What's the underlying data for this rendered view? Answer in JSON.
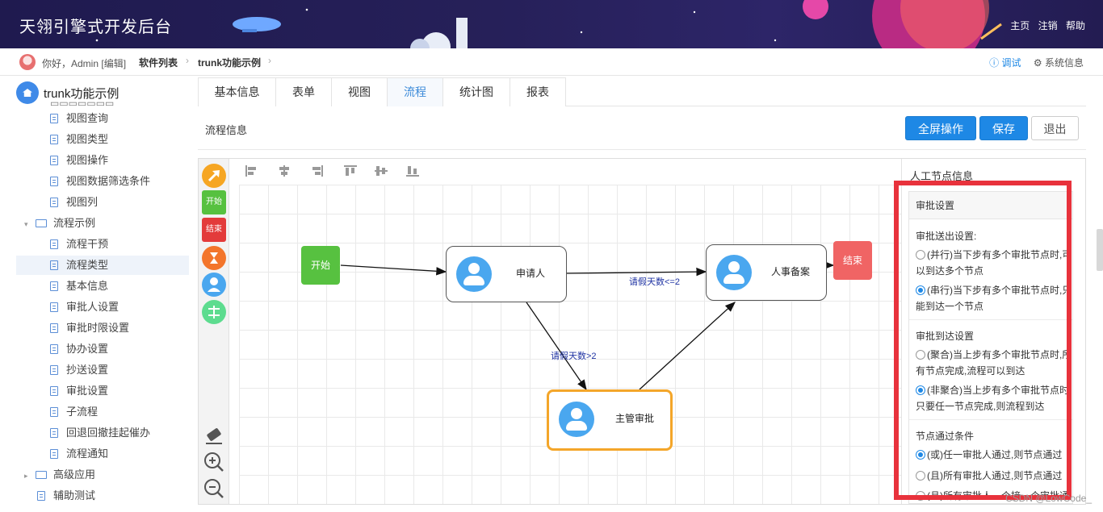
{
  "header": {
    "title": "天翎引擎式开发后台",
    "links": [
      "主页",
      "注销",
      "帮助"
    ]
  },
  "breadcrumb": {
    "greeting": "你好，Admin",
    "edit": "[编辑]",
    "level1": "软件列表",
    "level2": "trunk功能示例",
    "debug": "调试",
    "sysinfo": "系统信息"
  },
  "sidebar": {
    "root": "trunk功能示例",
    "items": [
      {
        "label": "视图查询",
        "type": "doc"
      },
      {
        "label": "视图类型",
        "type": "doc"
      },
      {
        "label": "视图操作",
        "type": "doc"
      },
      {
        "label": "视图数据筛选条件",
        "type": "doc"
      },
      {
        "label": "视图列",
        "type": "doc"
      },
      {
        "label": "流程示例",
        "type": "folder-open"
      },
      {
        "label": "流程干预",
        "type": "doc"
      },
      {
        "label": "流程类型",
        "type": "doc",
        "selected": true
      },
      {
        "label": "基本信息",
        "type": "doc"
      },
      {
        "label": "审批人设置",
        "type": "doc"
      },
      {
        "label": "审批时限设置",
        "type": "doc"
      },
      {
        "label": "协办设置",
        "type": "doc"
      },
      {
        "label": "抄送设置",
        "type": "doc"
      },
      {
        "label": "审批设置",
        "type": "doc"
      },
      {
        "label": "子流程",
        "type": "doc"
      },
      {
        "label": "回退回撤挂起催办",
        "type": "doc"
      },
      {
        "label": "流程通知",
        "type": "doc"
      },
      {
        "label": "高级应用",
        "type": "folder"
      },
      {
        "label": "辅助测试",
        "type": "doc-root"
      }
    ]
  },
  "tabs": [
    "基本信息",
    "表单",
    "视图",
    "流程",
    "统计图",
    "报表"
  ],
  "active_tab": "流程",
  "section_label": "流程信息",
  "buttons": {
    "fullscreen": "全屏操作",
    "save": "保存",
    "exit": "退出"
  },
  "palette": {
    "start": "开始",
    "end": "结束"
  },
  "flow": {
    "start": "开始",
    "end": "结束",
    "applicant": "申请人",
    "hr": "人事备案",
    "manager": "主管审批",
    "edge_le2": "请假天数<=2",
    "edge_gt2": "请假天数>2"
  },
  "props": {
    "title": "人工节点信息",
    "box_title": "审批设置",
    "send_title": "审批送出设置:",
    "send_parallel": "(并行)当下步有多个审批节点时,可以到达多个节点",
    "send_serial": "(串行)当下步有多个审批节点时,只能到达一个节点",
    "arrive_title": "审批到达设置",
    "arrive_merge": "(聚合)当上步有多个审批节点时,所有节点完成,流程可以到达",
    "arrive_nonmerge": "(非聚合)当上步有多个审批节点时,只要任一节点完成,则流程到达",
    "pass_title": "节点通过条件",
    "pass_or": "(或)任一审批人通过,则节点通过",
    "pass_and": "(且)所有审批人通过,则节点通过",
    "pass_partial": "(且)所有审批人一个接一个审批通"
  },
  "watermark": "CSDN @LowCode_",
  "colors": {
    "primary": "#1e88e5",
    "start": "#57c140",
    "end": "#f06464",
    "highlight": "#e8323c",
    "selected": "#f4a62a"
  }
}
